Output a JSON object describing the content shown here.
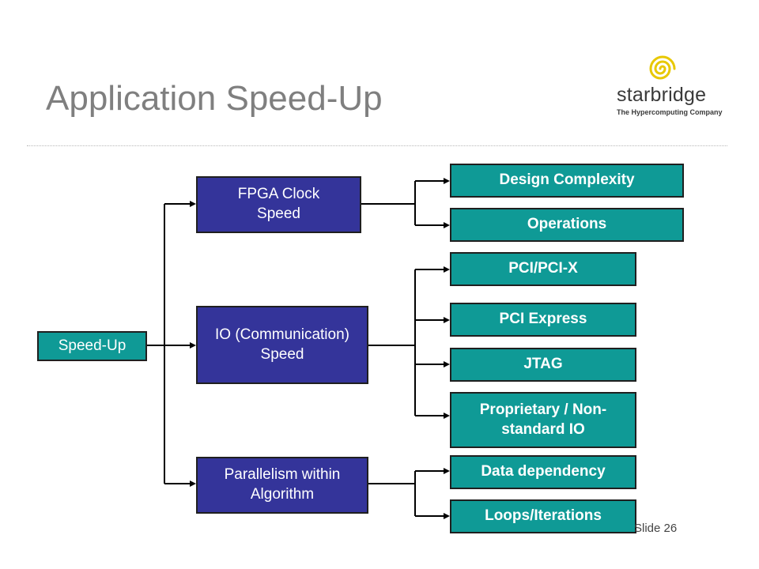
{
  "header": {
    "title": "Application Speed-Up"
  },
  "logo": {
    "word": "starbridge",
    "tagline": "The Hypercomputing Company"
  },
  "diagram": {
    "root": "Speed-Up",
    "branches": [
      {
        "label": "FPGA Clock Speed",
        "leaves": [
          "Design Complexity",
          "Operations"
        ]
      },
      {
        "label": "IO (Communication) Speed",
        "leaves": [
          "PCI/PCI-X",
          "PCI Express",
          "JTAG",
          "Proprietary / Non-standard IO"
        ]
      },
      {
        "label": "Parallelism within Algorithm",
        "leaves": [
          "Data dependency",
          "Loops/Iterations"
        ]
      }
    ]
  },
  "colors": {
    "branch_fill": "#34349a",
    "leaf_fill": "#0f9a96",
    "title": "#7f7f7f",
    "logo_accent": "#e8c800"
  },
  "footer": {
    "slide_number": "Slide 26"
  }
}
